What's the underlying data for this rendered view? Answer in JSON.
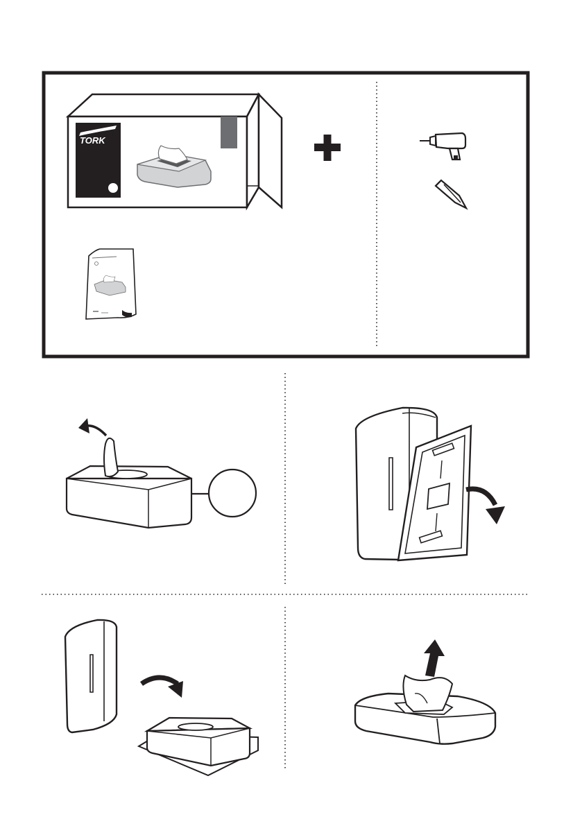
{
  "brand": {
    "logo_text": "TORK"
  },
  "sections": {
    "box_contents": {
      "divider_style": "dotted"
    },
    "tools": {
      "items": [
        "drill-icon",
        "screwdriver-bit-icon"
      ]
    },
    "steps": [
      {
        "id": 1,
        "icon": "remove-adhesive-liner"
      },
      {
        "id": 2,
        "icon": "remove-back-plate"
      },
      {
        "id": 3,
        "icon": "place-dispenser-over-box"
      },
      {
        "id": 4,
        "icon": "pull-tissue"
      }
    ]
  },
  "colors": {
    "ink": "#231f20",
    "grey": "#6d6e71",
    "light_grey": "#d1d3d4"
  }
}
